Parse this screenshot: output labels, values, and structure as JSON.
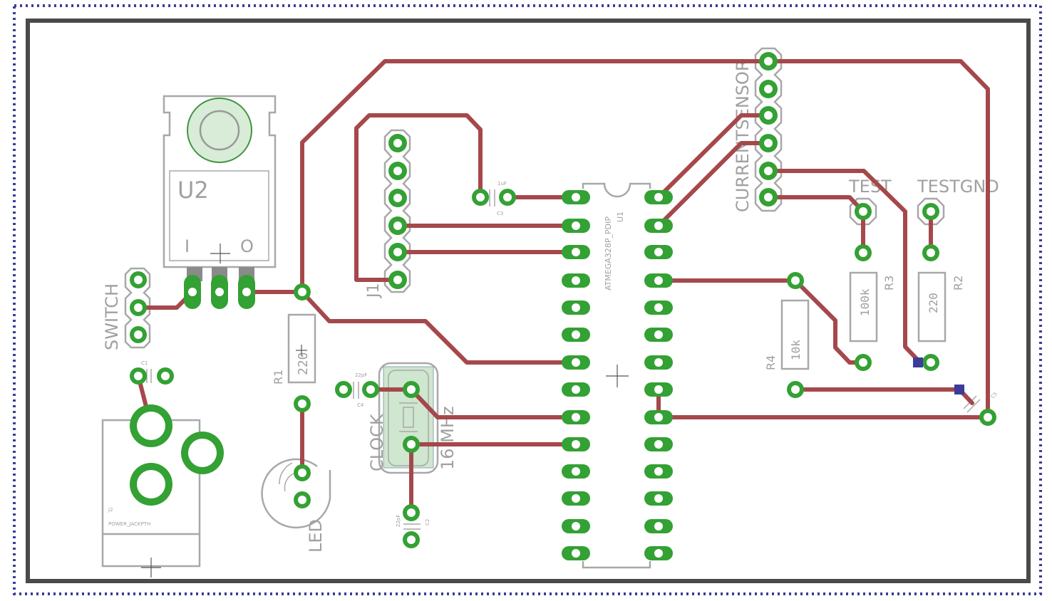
{
  "components": {
    "u2": {
      "name": "U2",
      "pin_in": "I",
      "pin_out": "O"
    },
    "switch": {
      "name": "SWITCH"
    },
    "c1": {
      "name": "C1"
    },
    "power_jack": {
      "name": "J2",
      "value": "POWER_JACKPTH"
    },
    "r1": {
      "name": "R1",
      "value": "220"
    },
    "led": {
      "name": "LED"
    },
    "j1": {
      "name": "J1"
    },
    "c3": {
      "name": "C3",
      "value": "1uF"
    },
    "c4": {
      "name": "C4",
      "value": "22pF"
    },
    "c2": {
      "name": "C2",
      "value": "22pF"
    },
    "clock": {
      "name": "CLOCK",
      "value": "16 MHz"
    },
    "u1": {
      "name": "U1",
      "value": "ATMEGA328P_PDIP"
    },
    "current_sensor": {
      "name": "CURRENTSENSOR"
    },
    "test": {
      "name": "TEST"
    },
    "testgnd": {
      "name": "TESTGND"
    },
    "r3": {
      "name": "R3",
      "value": "100k"
    },
    "r2": {
      "name": "R2",
      "value": "220"
    },
    "r4": {
      "name": "R4",
      "value": "10k"
    },
    "c5": {
      "name": "C5"
    }
  },
  "colors": {
    "copper": "#a5484c",
    "pad": "#33a133",
    "silkscreen": "#a8a8a8",
    "outline": "#4a4a4a",
    "dimension": "#3c3c9a"
  }
}
